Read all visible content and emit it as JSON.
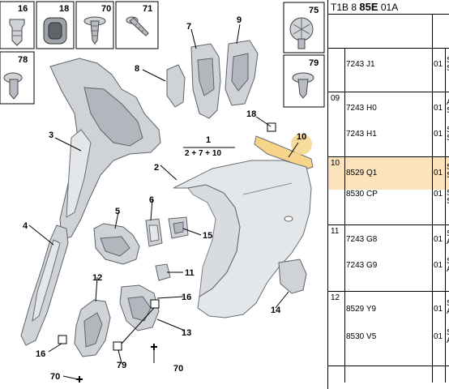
{
  "table": {
    "header_prefix": "T1B 8",
    "header_ref": "85E",
    "header_suffix": "01A",
    "groups": [
      {
        "num": "",
        "rows": [
          {
            "pn": "7243 J1",
            "qty": "01",
            "desc1": "S",
            "desc2": "S"
          }
        ]
      },
      {
        "num": "09",
        "rows": [
          {
            "pn": "7243 H0",
            "qty": "01",
            "desc1": "A",
            "desc2": "S"
          },
          {
            "pn": "7243 H1",
            "qty": "01",
            "desc1": "S",
            "desc2": "S"
          }
        ]
      },
      {
        "num": "10",
        "highlight": true,
        "rows": [
          {
            "pn": "8529 Q1",
            "qty": "01",
            "desc1": "S",
            "desc2": "S",
            "highlight": true
          },
          {
            "pn": "8530 CP",
            "qty": "01",
            "desc1": "S",
            "desc2": "S"
          }
        ]
      },
      {
        "num": "11",
        "rows": [
          {
            "pn": "7243 G8",
            "qty": "01",
            "desc1": "S",
            "desc2": "A"
          },
          {
            "pn": "7243 G9",
            "qty": "01",
            "desc1": "S",
            "desc2": "A"
          }
        ]
      },
      {
        "num": "12",
        "rows": [
          {
            "pn": "8529 Y9",
            "qty": "01",
            "desc1": "S",
            "desc2": "A"
          },
          {
            "pn": "8530 V5",
            "qty": "01",
            "desc1": "S",
            "desc2": "A"
          }
        ]
      }
    ]
  },
  "diagram": {
    "icon_boxes": [
      {
        "num": "16"
      },
      {
        "num": "18"
      },
      {
        "num": "70"
      },
      {
        "num": "71"
      },
      {
        "num": "78"
      },
      {
        "num": "75"
      },
      {
        "num": "79"
      }
    ],
    "callouts": [
      "1",
      "2",
      "3",
      "4",
      "5",
      "6",
      "7",
      "8",
      "9",
      "10",
      "11",
      "12",
      "13",
      "14",
      "15",
      "16",
      "16",
      "18",
      "70",
      "70",
      "79"
    ],
    "assembly_formula": "2 + 7 + 10",
    "highlight_color": "#f6d58a"
  }
}
